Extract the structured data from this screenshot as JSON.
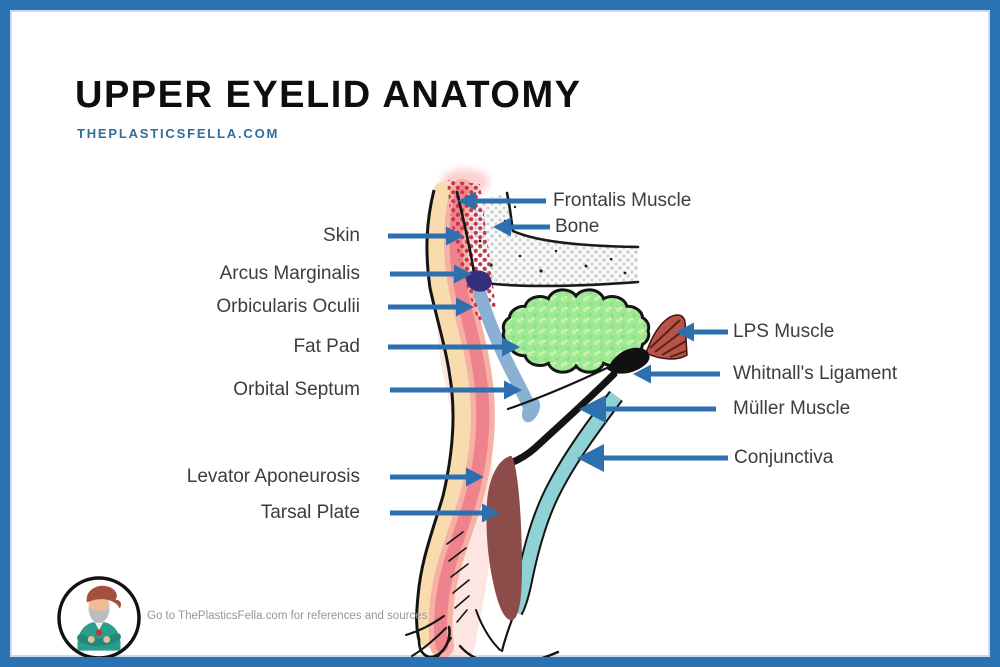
{
  "header": {
    "title": "UPPER EYELID ANATOMY",
    "subtitle": "THEPLASTICSFELLA.COM"
  },
  "diagram": {
    "labels": {
      "skin": "Skin",
      "arcus_marginalis": "Arcus Marginalis",
      "orbicularis_oculii": "Orbicularis Oculii",
      "fat_pad": "Fat Pad",
      "orbital_septum": "Orbital Septum",
      "levator_aponeurosis": "Levator Aponeurosis",
      "tarsal_plate": "Tarsal Plate",
      "frontalis_muscle": "Frontalis Muscle",
      "bone": "Bone",
      "lps_muscle": "LPS Muscle",
      "whitnalls_ligament": "Whitnall's Ligament",
      "muller_muscle": "Müller Muscle",
      "conjunctiva": "Conjunctiva"
    },
    "colors": {
      "frame_border": "#2B72B2",
      "arrow_blue": "#2E6FAE",
      "subtitle_blue": "#2F6D9C",
      "label_text": "#3D3D3D",
      "skin_cream": "#F8DCAE",
      "muscle_pink": "#EF838D",
      "dot_red": "#C43A52",
      "arcus_indigo": "#342F7E",
      "septum_blue": "#8AB0D4",
      "fat_pad_green": "#9FE896",
      "bone_gray": "#CBCBCB",
      "lps_red": "#B6544A",
      "conjunctiva_teal": "#8ED2D6",
      "tarsal_maroon": "#8C4C49"
    }
  },
  "footer": {
    "note": "Go to ThePlasticsFella.com for references and sources",
    "avatar_icon": "plastics-fella-avatar"
  }
}
